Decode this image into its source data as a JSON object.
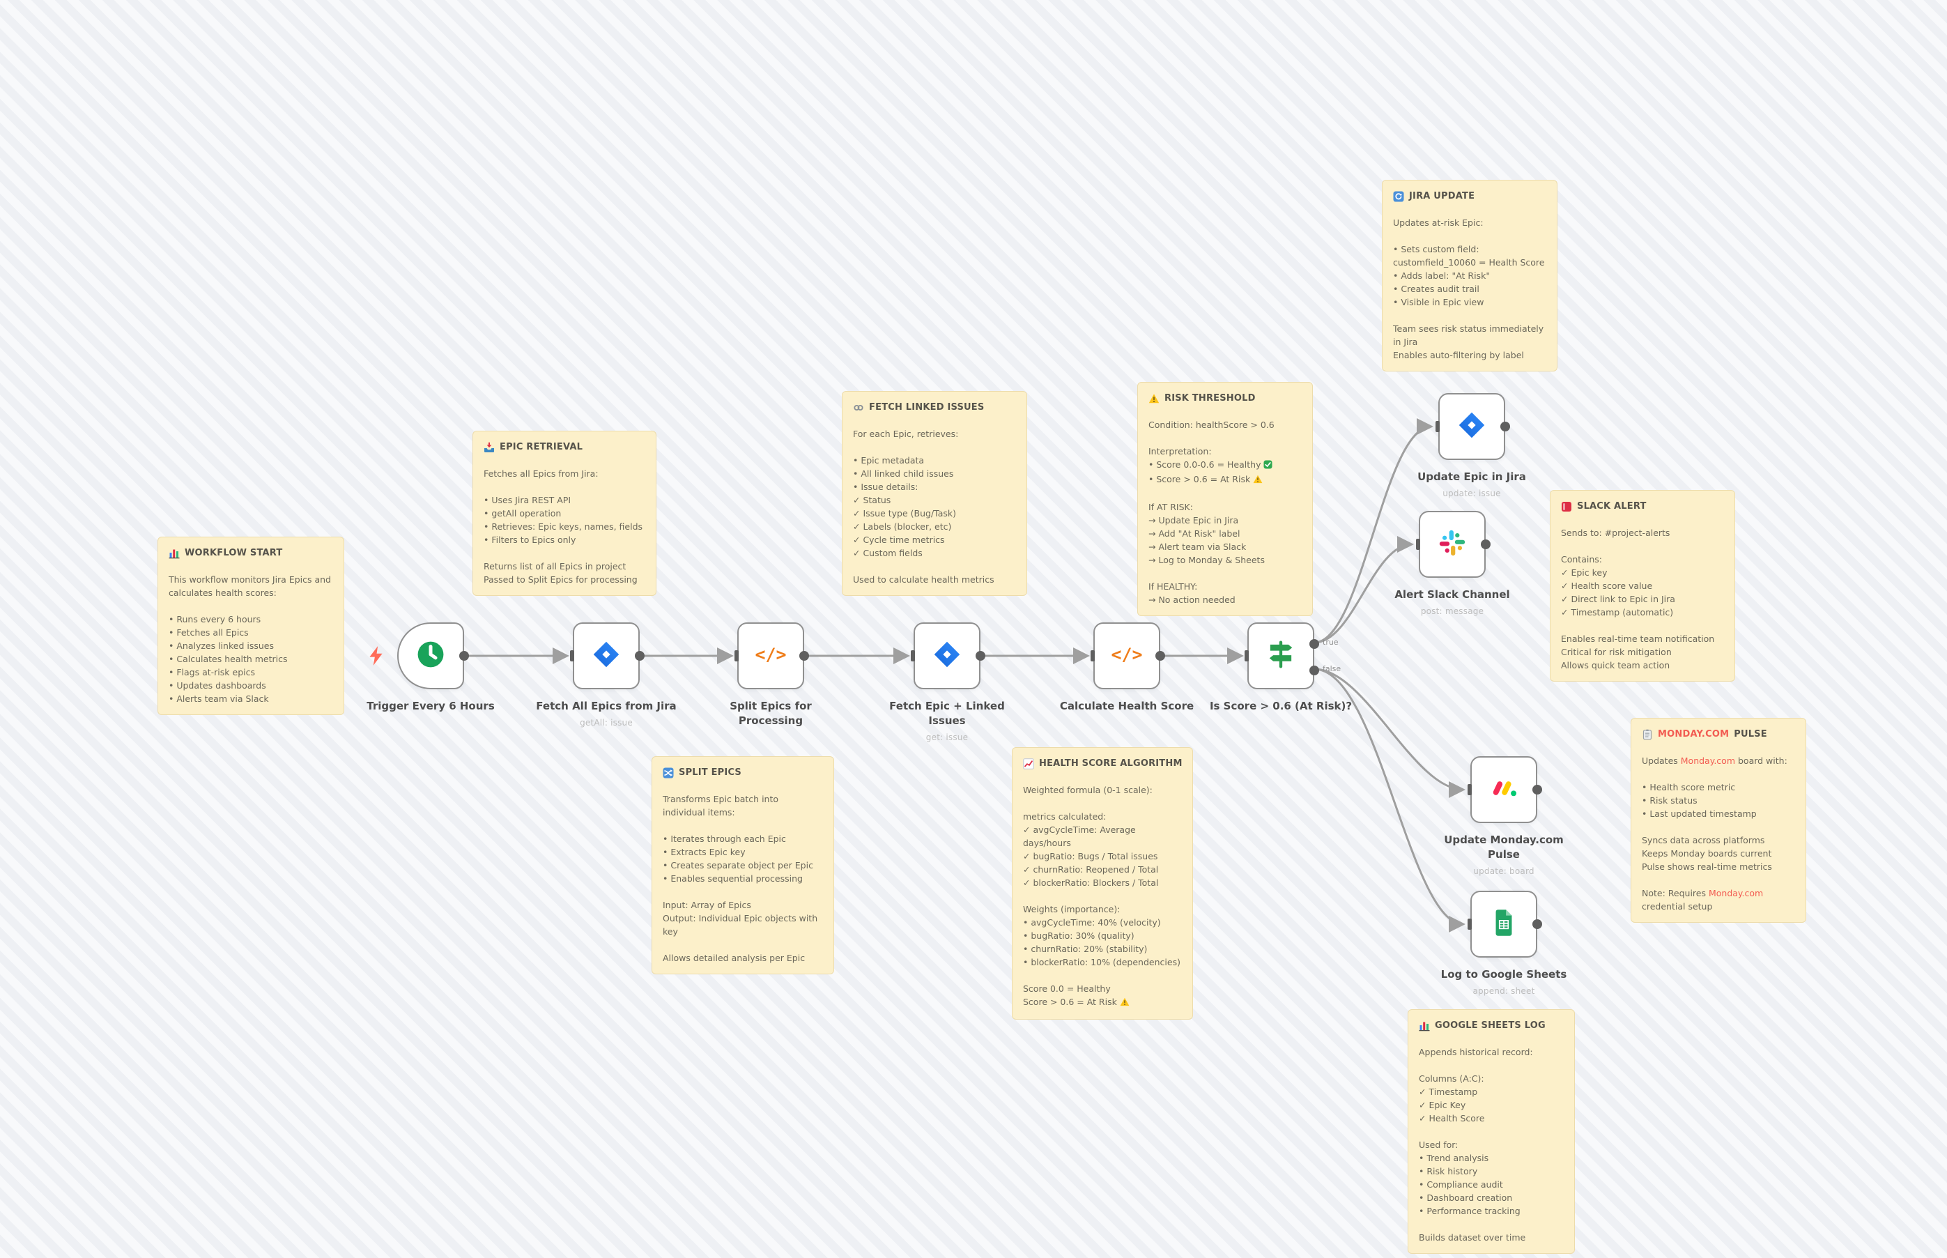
{
  "colors": {
    "note_background": "#fcf0ca",
    "connector": "#9f9f9f",
    "monday_accent": "#f25c52",
    "node_border": "#909090",
    "trigger_green": "#19a35a",
    "code_orange": "#ef7d1a",
    "jira_blue": "#2684ff",
    "switch_green": "#2b9e4f",
    "sheets_green": "#23a566"
  },
  "nodes": [
    {
      "label": "Trigger Every 6 Hours",
      "subtitle": "",
      "icon": "clock-icon"
    },
    {
      "label": "Fetch All Epics from Jira",
      "subtitle": "getAll: issue",
      "icon": "jira-icon"
    },
    {
      "label": "Split Epics for Processing",
      "subtitle": "",
      "icon": "code-icon"
    },
    {
      "label": "Fetch Epic + Linked Issues",
      "subtitle": "get: issue",
      "icon": "jira-icon"
    },
    {
      "label": "Calculate Health Score",
      "subtitle": "",
      "icon": "code-icon"
    },
    {
      "label": "Is Score > 0.6 (At Risk)?",
      "subtitle": "",
      "icon": "switch-icon",
      "outputs": [
        "true",
        "false"
      ]
    },
    {
      "label": "Update Epic in Jira",
      "subtitle": "update: issue",
      "icon": "jira-icon"
    },
    {
      "label": "Alert Slack Channel",
      "subtitle": "post: message",
      "icon": "slack-icon"
    },
    {
      "label": "Update Monday.com Pulse",
      "subtitle": "update: board",
      "icon": "monday-icon"
    },
    {
      "label": "Log to Google Sheets",
      "subtitle": "append: sheet",
      "icon": "google-sheets-icon"
    }
  ],
  "notes": {
    "workflow_start": {
      "icon": "bar-chart-icon",
      "title": "WORKFLOW START",
      "lines": [
        "This workflow monitors Jira Epics and calculates health scores:",
        "",
        "• Runs every 6 hours",
        "• Fetches all Epics",
        "• Analyzes linked issues",
        "• Calculates health metrics",
        "• Flags at-risk epics",
        "• Updates dashboards",
        "• Alerts team via Slack"
      ]
    },
    "epic_retrieval": {
      "icon": "inbox-icon",
      "title": "EPIC RETRIEVAL",
      "lines": [
        "Fetches all Epics from Jira:",
        "",
        "• Uses Jira REST API",
        "• getAll operation",
        "• Retrieves: Epic keys, names, fields",
        "• Filters to Epics only",
        "",
        "Returns list of all Epics in project",
        "Passed to Split Epics for processing"
      ]
    },
    "fetch_linked_issues": {
      "icon": "link-icon",
      "title": "FETCH LINKED ISSUES",
      "lines": [
        "For each Epic, retrieves:",
        "",
        "• Epic metadata",
        "• All linked child issues",
        "• Issue details:",
        "✓ Status",
        "✓ Issue type (Bug/Task)",
        "✓ Labels (blocker, etc)",
        "✓ Cycle time metrics",
        "✓ Custom fields",
        "",
        "Used to calculate health metrics"
      ]
    },
    "risk_threshold": {
      "icon": "warning-icon",
      "title": "RISK THRESHOLD",
      "condition": "Condition: healthScore > 0.6",
      "interpretation_heading": "Interpretation:",
      "healthy_line": "• Score 0.0-0.6 = Healthy",
      "healthy_badge": "✅",
      "atrisk_line": "• Score > 0.6 = At Risk",
      "atrisk_badge": "⚠️",
      "if_at_risk": "If AT RISK:",
      "actions": [
        "→ Update Epic in Jira",
        "→ Add \"At Risk\" label",
        "→ Alert team via Slack",
        "→ Log to Monday & Sheets"
      ],
      "if_healthy": "If HEALTHY:",
      "healthy_action": "→ No action needed"
    },
    "jira_update": {
      "icon": "refresh-icon",
      "title": "JIRA UPDATE",
      "lines": [
        "Updates at-risk Epic:",
        "",
        "• Sets custom field:",
        "customfield_10060 = Health Score",
        "• Adds label: \"At Risk\"",
        "• Creates audit trail",
        "• Visible in Epic view",
        "",
        "Team sees risk status immediately in Jira",
        "Enables auto-filtering by label"
      ]
    },
    "slack_alert": {
      "icon": "alert-icon",
      "title": "SLACK ALERT",
      "lines": [
        "Sends to: #project-alerts",
        "",
        "Contains:",
        "✓ Epic key",
        "✓ Health score value",
        "✓ Direct link to Epic in Jira",
        "✓ Timestamp (automatic)",
        "",
        "Enables real-time team notification",
        "Critical for risk mitigation",
        "Allows quick team action"
      ]
    },
    "monday_pulse": {
      "icon": "clipboard-icon",
      "title_red": "MONDAY.COM",
      "title_rest": " PULSE",
      "updates_prefix": "Updates ",
      "updates_link": "Monday.com",
      "updates_suffix": " board with:",
      "lines": [
        "• Health score metric",
        "• Risk status",
        "• Last updated timestamp",
        "",
        "Syncs data across platforms",
        "Keeps Monday boards current",
        "Pulse shows real-time metrics"
      ],
      "note_prefix": "Note: Requires ",
      "note_link": "Monday.com",
      "note_suffix": "credential setup"
    },
    "split_epics": {
      "icon": "shuffle-icon",
      "title": "SPLIT EPICS",
      "lines": [
        "Transforms Epic batch into individual items:",
        "",
        "• Iterates through each Epic",
        "• Extracts Epic key",
        "• Creates separate object per Epic",
        "• Enables sequential processing",
        "",
        "Input: Array of Epics",
        "Output: Individual Epic objects with key",
        "",
        "Allows detailed analysis per Epic"
      ]
    },
    "health_score_algorithm": {
      "icon": "chart-up-icon",
      "title": "HEALTH SCORE ALGORITHM",
      "lines": [
        "Weighted formula (0-1 scale):",
        "",
        "metrics calculated:",
        "✓ avgCycleTime: Average days/hours",
        "✓ bugRatio: Bugs / Total issues",
        "✓ churnRatio: Reopened / Total",
        "✓ blockerRatio: Blockers / Total",
        "",
        "Weights (importance):",
        "• avgCycleTime: 40% (velocity)",
        "• bugRatio: 30% (quality)",
        "• churnRatio: 20% (stability)",
        "• blockerRatio: 10% (dependencies)",
        "",
        "Score 0.0 = Healthy"
      ],
      "atrisk_line": "Score > 0.6 = At Risk",
      "atrisk_badge": "⚠️"
    },
    "google_sheets_log": {
      "icon": "bar-chart-icon",
      "title": "GOOGLE SHEETS LOG",
      "lines": [
        "Appends historical record:",
        "",
        "Columns (A:C):",
        "✓ Timestamp",
        "✓ Epic Key",
        "✓ Health Score",
        "",
        "Used for:",
        "• Trend analysis",
        "• Risk history",
        "• Compliance audit",
        "• Dashboard creation",
        "• Performance tracking",
        "",
        "Builds dataset over time"
      ]
    }
  }
}
